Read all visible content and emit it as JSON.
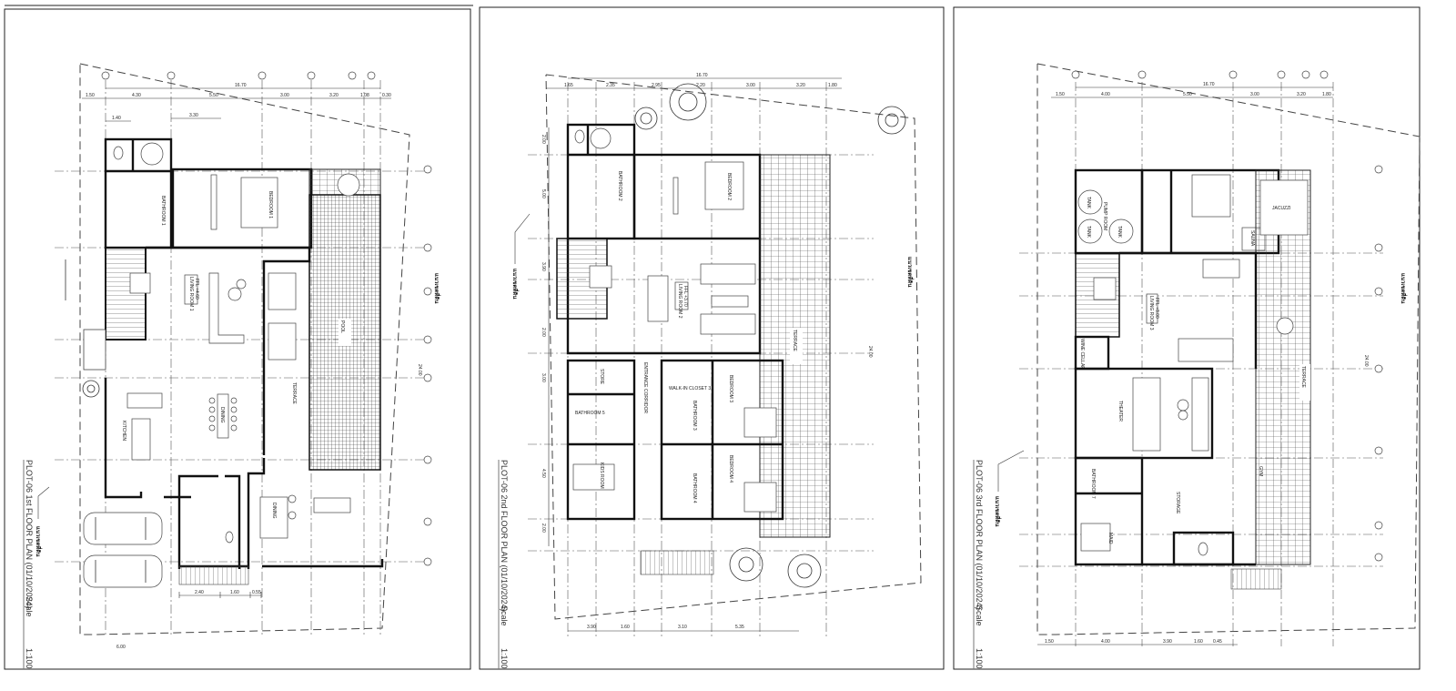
{
  "sheets": [
    {
      "title": "PLOT-06 1st FLOOR PLAN (01/10/2024)",
      "scale_label": "Scale",
      "scale": "1:100",
      "annotation": "แนวเขตที่ดิน",
      "top_overall": "16.70",
      "top_dims": [
        "1.50",
        "4.30",
        "5.50",
        "3.00",
        "3.20",
        "1.08",
        "0.30"
      ],
      "sub_dims": [
        "1.40",
        "3.30"
      ],
      "bottom_dims": [
        "2.40",
        "1.60",
        "0.55"
      ],
      "left_total": "24.00",
      "garage_dim": "6.00",
      "rooms": {
        "bathroom": "BATHROOM 1",
        "bedroom": "BEDROOM 1",
        "living": "LIVING ROOM 1",
        "ffl": "FFL +4.60",
        "dining": "DINING",
        "kitchen": "KITCHEN",
        "terrace": "TERRACE",
        "pool": "POOL",
        "deck": "DINING"
      }
    },
    {
      "title": "PLOT-06 2nd FLOOR PLAN (01/10/2024)",
      "scale_label": "Scale",
      "scale": "1:100",
      "annotation": "แนวเขตที่ดิน",
      "top_overall": "16.70",
      "top_dims": [
        "1.65",
        "2.35",
        "2.95",
        "2.20",
        "3.00",
        "3.20",
        "1.80"
      ],
      "bottom_dims": [
        "3.90",
        "1.60",
        "3.10",
        "5.35"
      ],
      "left_dims": [
        "2.00",
        "5.00",
        "3.90",
        "2.00",
        "3.00",
        "4.50",
        "2.00"
      ],
      "right_total": "24.00",
      "rooms": {
        "bathroom2": "BATHROOM 2",
        "bedroom2": "BEDROOM 2",
        "living": "LIVING ROOM 2",
        "ffl": "FFL +3.70",
        "terrace": "TERRACE",
        "store": "STORE",
        "bathroom5": "BATHROOM 5",
        "kids": "KIDS ROOM",
        "corridor": "ENTRANCE CORRIDOR",
        "closet": "WALK-IN CLOSET 3",
        "bathroom3": "BATHROOM 3",
        "bedroom3": "BEDROOM 3",
        "bathroom4": "BATHROOM 4",
        "bedroom4": "BEDROOM 4"
      }
    },
    {
      "title": "PLOT-06 3rd FLOOR PLAN (01/10/2024)",
      "scale_label": "Scale",
      "scale": "1:100",
      "annotation": "แนวเขตที่ดิน",
      "top_overall": "16.70",
      "top_dims": [
        "1.50",
        "4.00",
        "5.50",
        "3.00",
        "3.20",
        "1.80"
      ],
      "bottom_dims": [
        "1.50",
        "4.00",
        "3.90",
        "1.60",
        "0.45"
      ],
      "right_total": "24.00",
      "rooms": {
        "pump": "PUMP ROOM",
        "tank": "TANK",
        "sauna": "SAUNA",
        "jacuzzi": "JACUZZI",
        "living": "LIVING ROOM 3",
        "ffl": "FFL +8.00",
        "wine": "WINE CELLAR",
        "theater": "THEATER",
        "maid_bath": "BATHROOM 7",
        "maid": "MAID",
        "storage": "STORAGE",
        "gym": "GYM",
        "terrace": "TERRACE"
      }
    }
  ]
}
